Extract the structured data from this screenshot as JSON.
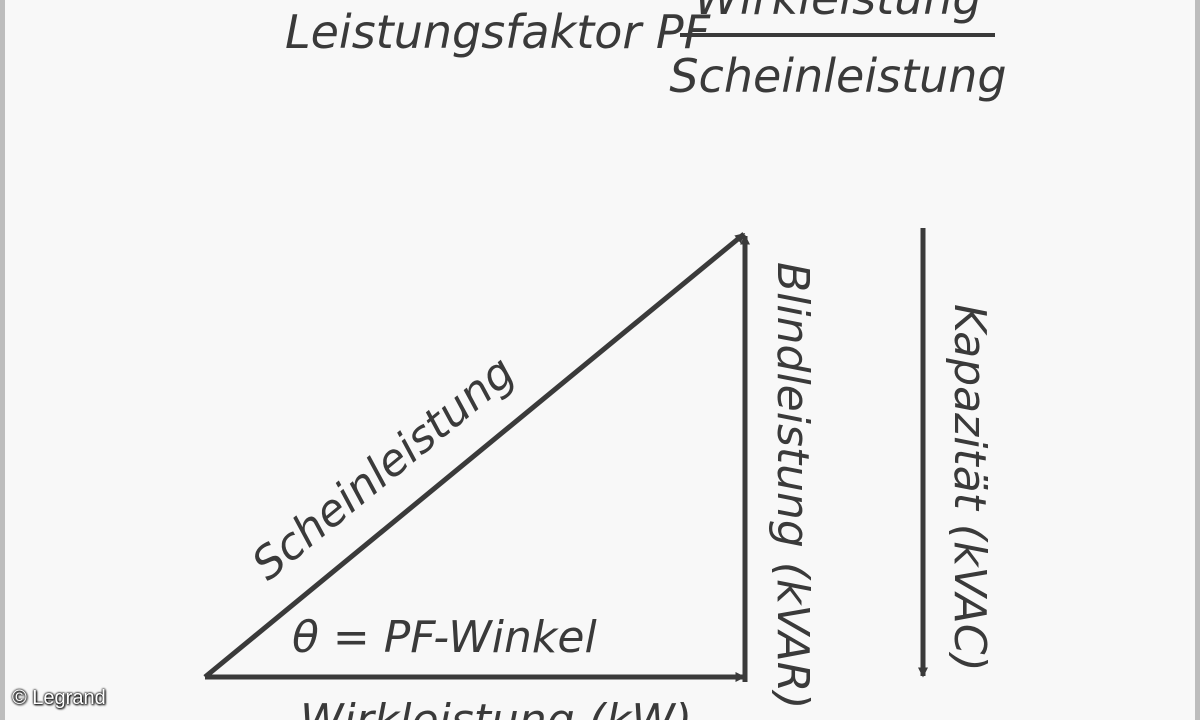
{
  "formula": {
    "left": "Leistungsfaktor PF",
    "numerator": "Wirkleistung",
    "denominator": "Scheinleistung"
  },
  "triangle": {
    "hypotenuse_label": "Scheinleistung",
    "vertical_label": "Blindleistung (kVAR)",
    "angle_label": "θ = PF-Winkel",
    "base_label": "Wirkleistung (kW)"
  },
  "capacity": {
    "label": "Kapazität (kVAC)"
  },
  "credit": "© Legrand",
  "colors": {
    "ink": "#3a3a3a",
    "background": "#f8f8f8",
    "frame": "#bdbdbd"
  }
}
